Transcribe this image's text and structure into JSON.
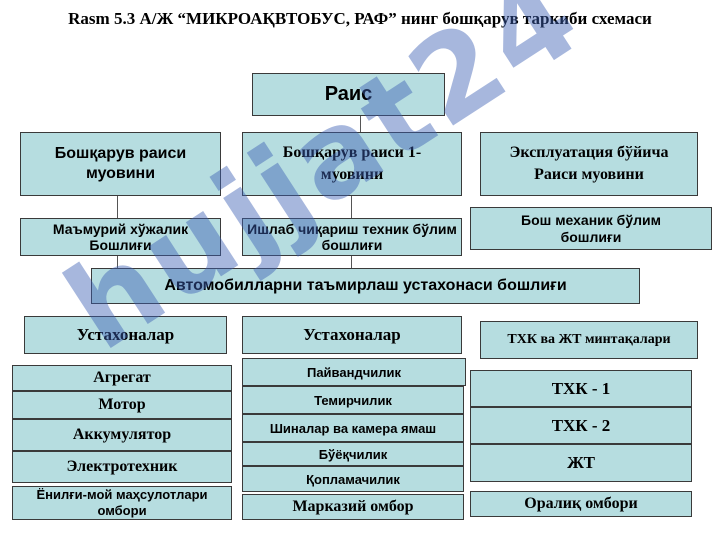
{
  "title": "Rasm 5.3 А/Ж “МИКРОАҚВТОБУС, РАФ” нинг бошқарув таркиби схемаси",
  "watermark": "hujjat24",
  "colors": {
    "box_fill": "#b6dde0",
    "border": "#3a3a3a",
    "watermark": "#3c5fb4"
  },
  "nodes": {
    "rais": "Раис",
    "deputy_left": "Бошқарув раиси муовини",
    "deputy_mid": "Бошқарув раиси 1- муовини",
    "deputy_right": "Эксплуатация бўйича Раиси муовини",
    "admin_head": "Маъмурий хўжалик Бошлиғи",
    "prod_head": "Ишлаб чиқариш техник бўлим бошлиғи",
    "chief_mech": "Бош механик бўлим бошлиғи",
    "repair_head": "Автомобилларни таъмирлаш устахонаси бошлиғи",
    "workshops_left": "Устахоналар",
    "workshops_mid": "Устахоналар",
    "tkh_zones": "ТХК ва ЖТ минтақалари"
  },
  "left_list": [
    "Агрегат",
    "Мотор",
    "Аккумулятор",
    "Электротехник",
    "Ёнилғи-мой маҳсулотлари омбори"
  ],
  "mid_list": [
    "Пайвандчилик",
    "Темирчилик",
    "Шиналар ва камера ямаш",
    "Бўёқчилик",
    "Қопламачилик",
    "Марказий омбор"
  ],
  "right_list": [
    "ТХК - 1",
    "ТХК - 2",
    "ЖТ",
    "Оралиқ омбори"
  ]
}
